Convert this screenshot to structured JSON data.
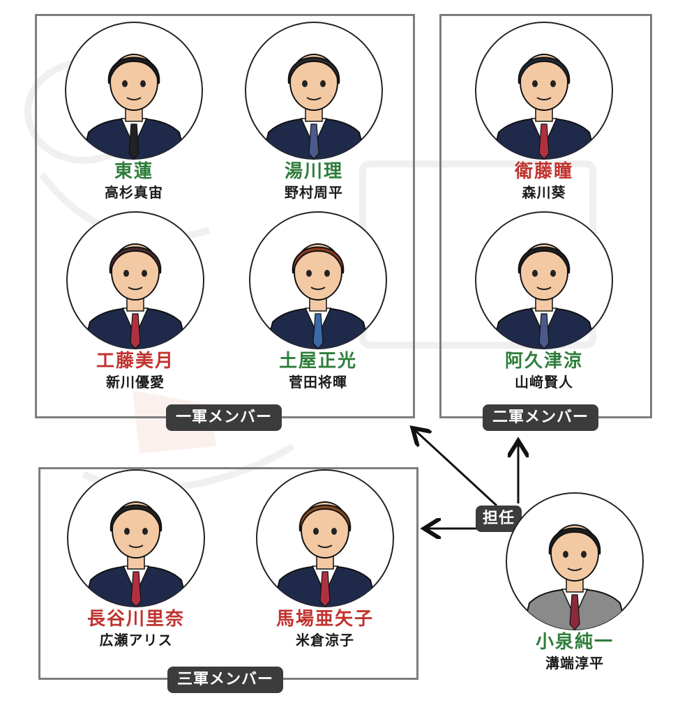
{
  "groups": {
    "first": {
      "label": "一軍メンバー"
    },
    "second": {
      "label": "二軍メンバー"
    },
    "third": {
      "label": "三軍メンバー"
    }
  },
  "members": [
    {
      "role": "東蓮",
      "actor": "高杉真宙",
      "role_color": "green",
      "hair": "#1c1c22",
      "tie": "#222222"
    },
    {
      "role": "湯川理",
      "actor": "野村周平",
      "role_color": "green",
      "hair": "#2a2a2a",
      "tie": "#4a5a8a"
    },
    {
      "role": "衛藤瞳",
      "actor": "森川葵",
      "role_color": "red",
      "hair": "#1e2a35",
      "tie": "#b03040"
    },
    {
      "role": "工藤美月",
      "actor": "新川優愛",
      "role_color": "red",
      "hair": "#4a2b2e",
      "tie": "#b03040"
    },
    {
      "role": "土屋正光",
      "actor": "菅田将暉",
      "role_color": "green",
      "hair": "#8a3b1e",
      "tie": "#3a6aa8"
    },
    {
      "role": "阿久津涼",
      "actor": "山﨑賢人",
      "role_color": "green",
      "hair": "#1e1e1e",
      "tie": "#4a5a8a"
    },
    {
      "role": "長谷川里奈",
      "actor": "広瀬アリス",
      "role_color": "red",
      "hair": "#222222",
      "tie": "#b03040"
    },
    {
      "role": "馬場亜矢子",
      "actor": "米倉涼子",
      "role_color": "red",
      "hair": "#8a4a22",
      "tie": "#b03040"
    },
    {
      "role": "小泉純一",
      "actor": "溝端淳平",
      "role_color": "green",
      "hair": "#1e1e1e",
      "tie": "#8a2a3a"
    }
  ],
  "teacher_relation": {
    "label": "担任"
  },
  "colors": {
    "suit": "#1f2a4a",
    "teacher_suit": "#8a8a8a",
    "skin": "#f3c9a4",
    "box": "#7d7d7d"
  }
}
